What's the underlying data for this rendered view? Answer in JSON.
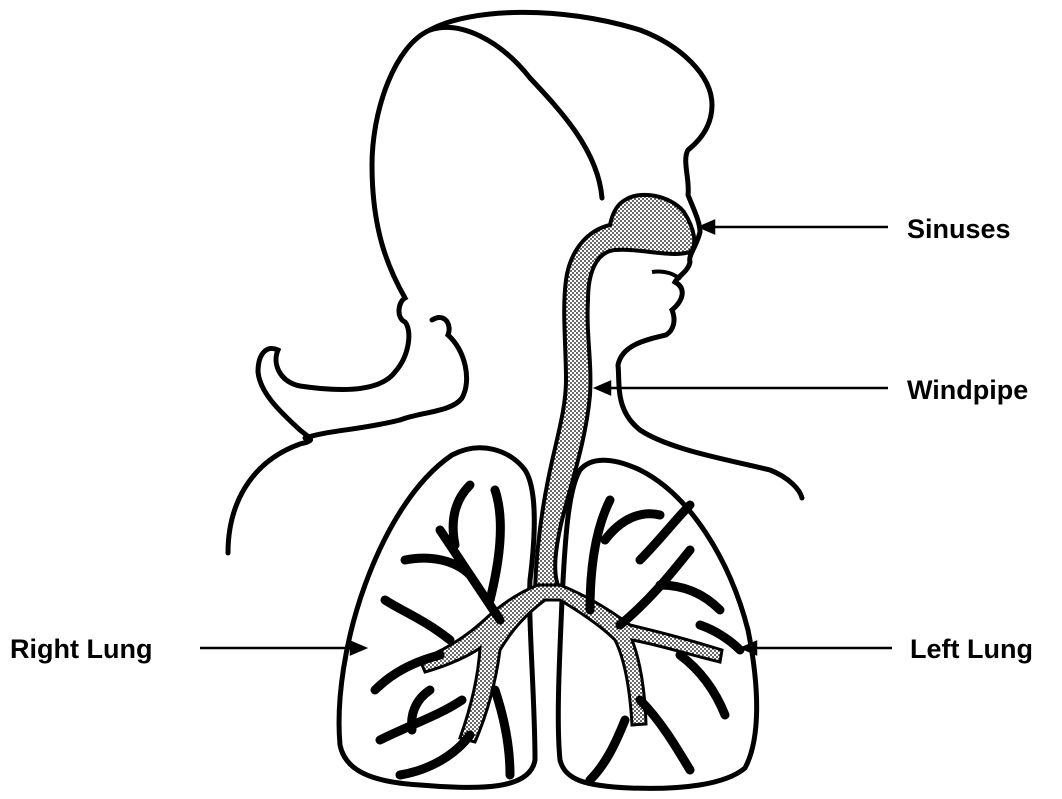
{
  "labels": {
    "sinuses": "Sinuses",
    "windpipe": "Windpipe",
    "right_lung": "Right Lung",
    "left_lung": "Left Lung"
  },
  "colors": {
    "outline": "#000000",
    "background": "#ffffff",
    "airway_fill": "#9a9a9a"
  }
}
